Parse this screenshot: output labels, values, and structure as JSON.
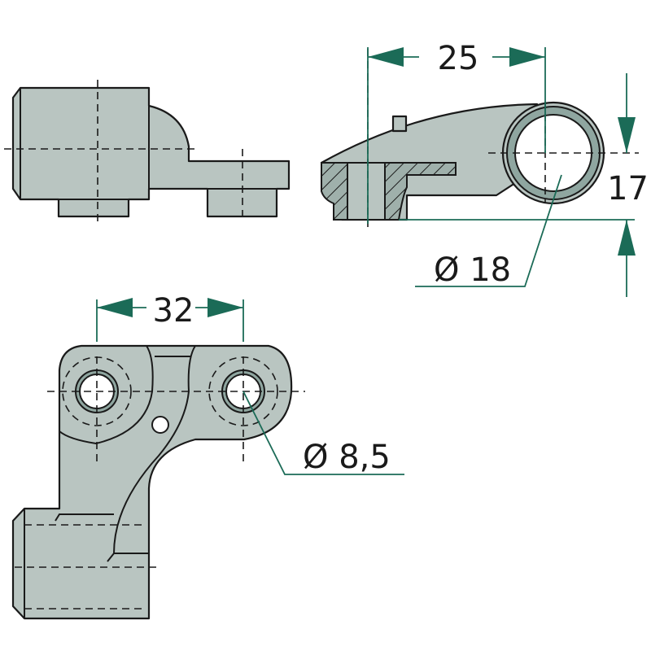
{
  "drawing": {
    "dimensions": {
      "length_top": "25",
      "height_right": "17",
      "bore_diameter": "Ø 18",
      "hole_spacing": "32",
      "hole_diameter": "Ø 8,5"
    },
    "colors": {
      "part": "#b9c5c1",
      "dimension": "#1b6b57",
      "outline": "#1a1a1a"
    }
  }
}
